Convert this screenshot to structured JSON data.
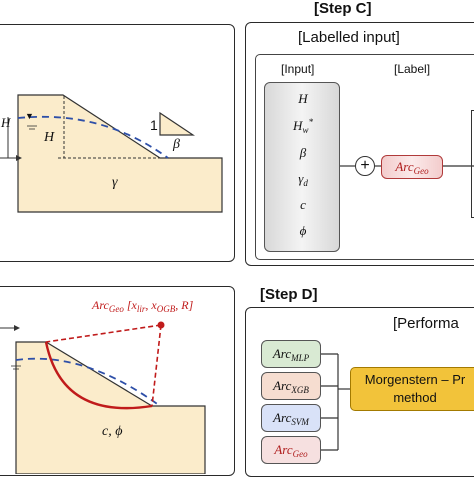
{
  "step_c": {
    "title": "[Step C]",
    "labelled_input": "[Labelled input]",
    "input_header": "[Input]",
    "label_header": "[Label]",
    "inputs": [
      {
        "sym": "H",
        "sub": "",
        "sup": ""
      },
      {
        "sym": "H",
        "sub": "w",
        "sup": "*"
      },
      {
        "sym": "β",
        "sub": "",
        "sup": ""
      },
      {
        "sym": "γ",
        "sub": "d",
        "sup": ""
      },
      {
        "sym": "c",
        "sub": "",
        "sup": ""
      },
      {
        "sym": "ϕ",
        "sub": "",
        "sup": ""
      }
    ],
    "plus": "+",
    "label": {
      "sym": "Arc",
      "sub": "Geo"
    }
  },
  "slope_b": {
    "h_left": "H",
    "h_inner": "H",
    "gamma": "γ",
    "ratio": "1",
    "beta": "β",
    "water_marker": "▼"
  },
  "step_d": {
    "title": "[Step D]",
    "performance": "[Performa",
    "models": [
      {
        "sym": "Arc",
        "sub": "MLP",
        "color": "#d9ead3"
      },
      {
        "sym": "Arc",
        "sub": "XGB",
        "color": "#f6ddd0"
      },
      {
        "sym": "Arc",
        "sub": "SVM",
        "color": "#d9e2f8"
      },
      {
        "sym": "Arc",
        "sub": "Geo",
        "color": "#f6e0e0"
      }
    ],
    "method_line1": "Morgenstern – Pr",
    "method_line2": "method"
  },
  "slope_d": {
    "arc_label_sym": "Arc",
    "arc_label_sub": "Geo",
    "arc_label_rest": " [x",
    "arc_label_sub2": "lir",
    "arc_label_mid": ", x",
    "arc_label_sub3": "OGB",
    "arc_label_end": ", R]",
    "soil": "c, ϕ"
  },
  "colors": {
    "soil": "#fbeccb",
    "water": "#2e4fa8",
    "arc": "#c01b1b",
    "method": "#f2c33a"
  }
}
